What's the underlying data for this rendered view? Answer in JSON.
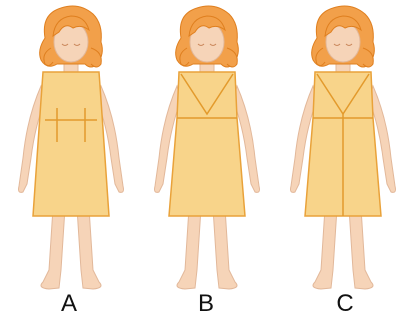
{
  "figures": [
    {
      "label": "A",
      "dress_style": "empire-waist-with-vertical-seams"
    },
    {
      "label": "B",
      "dress_style": "v-yoke-with-horizontal-seam"
    },
    {
      "label": "C",
      "dress_style": "v-yoke-with-center-vertical-seam"
    }
  ],
  "colors": {
    "skin": "#f6d4b8",
    "skin_outline": "#e2b89a",
    "hair": "#f2a04a",
    "hair_outline": "#df7f1f",
    "dress_fill": "#f8d48a",
    "dress_outline": "#e9a23a",
    "seam": "#e39a2c",
    "background": "#ffffff"
  }
}
